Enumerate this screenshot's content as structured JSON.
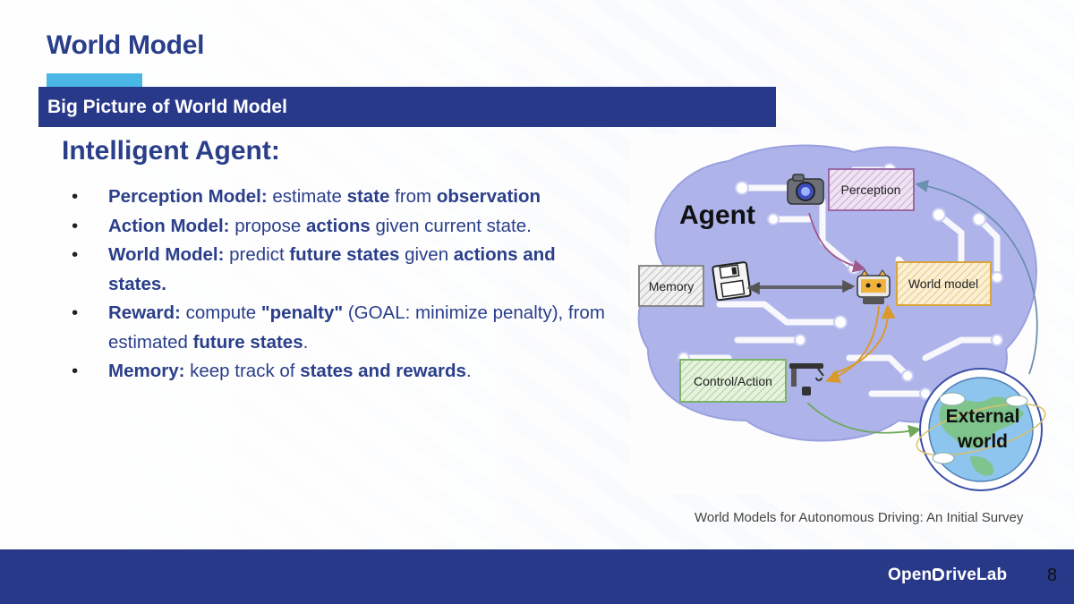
{
  "slide": {
    "title": "World Model",
    "section": "Big Picture of World Model",
    "heading": "Intelligent Agent:",
    "bullets": [
      {
        "parts": [
          {
            "text": "Perception Model:",
            "bold": true
          },
          {
            "text": " estimate ",
            "bold": false
          },
          {
            "text": "state",
            "bold": true
          },
          {
            "text": " from ",
            "bold": false
          },
          {
            "text": "observation",
            "bold": true
          }
        ]
      },
      {
        "parts": [
          {
            "text": "Action Model:",
            "bold": true
          },
          {
            "text": " propose ",
            "bold": false
          },
          {
            "text": "actions",
            "bold": true
          },
          {
            "text": " given current state.",
            "bold": false
          }
        ]
      },
      {
        "parts": [
          {
            "text": "World Model:",
            "bold": true
          },
          {
            "text": " predict ",
            "bold": false
          },
          {
            "text": "future states",
            "bold": true
          },
          {
            "text": " given ",
            "bold": false
          },
          {
            "text": "actions and states.",
            "bold": true
          }
        ]
      },
      {
        "parts": [
          {
            "text": "Reward:",
            "bold": true
          },
          {
            "text": " compute ",
            "bold": false
          },
          {
            "text": "\"penalty\"",
            "bold": true
          },
          {
            "text": " (GOAL: minimize penalty), from estimated ",
            "bold": false
          },
          {
            "text": "future states",
            "bold": true
          },
          {
            "text": ".",
            "bold": false
          }
        ]
      },
      {
        "parts": [
          {
            "text": "Memory:",
            "bold": true
          },
          {
            "text": " keep track of ",
            "bold": false
          },
          {
            "text": "states and rewards",
            "bold": true
          },
          {
            "text": ".",
            "bold": false
          }
        ]
      }
    ],
    "caption": "World Models for Autonomous Driving: An Initial Survey",
    "logo": {
      "pre": "Open",
      "post": "riveLab"
    },
    "page_number": "8"
  },
  "diagram": {
    "agent_label": "Agent",
    "perception_label": "Perception",
    "memory_label": "Memory",
    "world_model_label": "World model",
    "control_label": "Control/Action",
    "external_label_line1": "External",
    "external_label_line2": "world",
    "icons": [
      "camera-icon",
      "floppy-disk-icon",
      "robot-cat-icon",
      "robot-arm-icon",
      "globe-icon"
    ],
    "colors": {
      "brain": "#aeb4ea",
      "perception_border": "#9a6aa8",
      "memory_border": "#888888",
      "world_model_border": "#d9a43a",
      "control_border": "#7bb26a"
    }
  }
}
